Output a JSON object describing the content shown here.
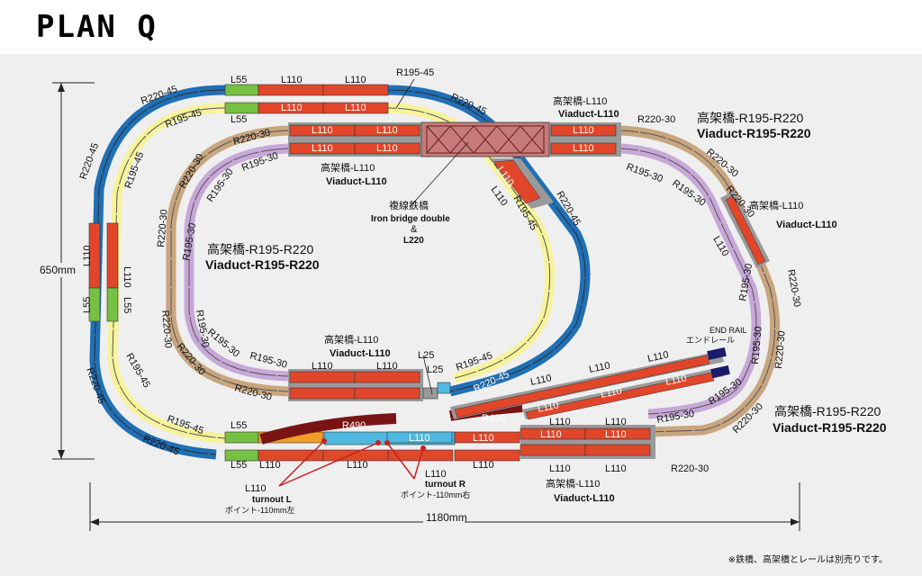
{
  "title": "PLAN Q",
  "dimensions": {
    "width": "1180mm",
    "height": "650mm"
  },
  "footnote": "※鉄橋、高架橋とレールは別売りです。",
  "colors": {
    "panel": "#efefef",
    "blue": "#1f6fb5",
    "yellow": "#f7f39a",
    "red": "#e2462a",
    "green": "#77c043",
    "tan": "#c8a57f",
    "purple": "#c7a8d8",
    "lightblue": "#4fb8e0",
    "orange": "#f29d27",
    "darkred": "#7a1414",
    "navy": "#1b1b6b"
  },
  "labels": {
    "l55_a": "L55",
    "l110_a": "L110",
    "l110_b": "L110",
    "r195_45_top": "R195-45",
    "r220_45_tl": "R220-45",
    "r220_45_tr": "R220-45",
    "l55_b": "L55",
    "l110_c": "L110",
    "l110_d": "L110",
    "r195_45_tl": "R195-45",
    "r220_30_a": "R220-30",
    "l110_e": "L110",
    "l110_f": "L110",
    "l110_g": "L110",
    "l110_h": "L110",
    "r195_30_a": "R195-30",
    "viaduct_l110_1_jp": "高架橋-L110",
    "viaduct_l110_1_en": "Viaduct-L110",
    "viaduct_l110_2_jp": "高架橋-L110",
    "viaduct_l110_2_en": "Viaduct-L110",
    "l110_i": "L110",
    "l110_j": "L110",
    "r220_30_b": "R220-30",
    "viaduct_r_1_jp": "高架橋-R195-R220",
    "viaduct_r_1_en": "Viaduct-R195-R220",
    "r220_45_l": "R220-45",
    "r195_45_l": "R195-45",
    "r220_30_c": "R220-30",
    "r195_30_b": "R195-30",
    "l110_k": "L110",
    "l110_left1": "L110",
    "l110_left2": "L110",
    "l55_left1": "L55",
    "l55_left2": "L55",
    "r220_30_d": "R220-30",
    "r220_30_e": "R220-30",
    "r195_30_c": "R195-30",
    "r195_30_d": "R195-30",
    "viaduct_r_2_jp": "高架橋-R195-R220",
    "viaduct_r_2_en": "Viaduct-R195-R220",
    "bridge_jp": "複線鉄橋",
    "bridge_en": "Iron bridge double",
    "bridge_amp": "&",
    "bridge_l220": "L220",
    "l110_red_diag": "L110",
    "l110_m": "L110",
    "r195_45_m": "R195-45",
    "r220_45_m": "R220-45",
    "r220_30_f": "R220-30",
    "r195_30_e": "R195-30",
    "r220_30_g": "R220-30",
    "r195_30_f": "R195-30",
    "viaduct_l110_3_jp": "高架橋-L110",
    "viaduct_l110_3_en": "Viaduct-L110",
    "l110_n": "L110",
    "r220_30_h": "R220-30",
    "r195_30_g": "R195-30",
    "r220_30_i": "R220-30",
    "r195_30_h": "R195-30",
    "r220_30_j": "R220-30",
    "r195_30_i": "R195-30",
    "r195_30_j": "R195-30",
    "r220_30_k": "R220-30",
    "r220_30_l": "R220-30",
    "r220_45_bl": "R220-45",
    "r195_45_bl": "R195-45",
    "r195_45_l2": "R195-45",
    "r220_45_l2": "R220-45",
    "viaduct_l110_4_jp": "高架橋-L110",
    "viaduct_l110_4_en": "Viaduct-L110",
    "l110_p": "L110",
    "l110_q": "L110",
    "l25_a": "L25",
    "l25_b": "L25",
    "r195_45_r": "R195-45",
    "r220_45_r": "R220-45",
    "end_rail_en": "END RAIL",
    "end_rail_jp": "エンドレール",
    "l110_r1": "L110",
    "l110_r2": "L110",
    "l110_r3": "L110",
    "l110_r4": "L110",
    "l110_r5": "L110",
    "l110_r6": "L110",
    "l110_s1": "L110",
    "l110_s2": "L110",
    "l110_s3": "L110",
    "r490_a": "R490",
    "r490_b": "R490",
    "r195_30_k": "R195-30",
    "r220_30_m": "R220-30",
    "r195_30_l": "R195-30",
    "viaduct_r_3_jp": "高架橋-R195-R220",
    "viaduct_r_3_en": "Viaduct-R195-R220",
    "l55_c": "L55",
    "l55_d": "L55",
    "r195_45_b": "R195-45",
    "r220_45_b": "R220-45",
    "l110_t1": "L110",
    "l110_t2": "L110",
    "l110_t3": "L110",
    "l110_t4": "L110",
    "l110_t5": "L110",
    "l110_t6": "L110",
    "l110_t7": "L110",
    "l110_u1": "L110",
    "l110_u2": "L110",
    "r220_30_n": "R220-30",
    "viaduct_l110_5_jp": "高架橋-L110",
    "viaduct_l110_5_en": "Viaduct-L110",
    "turnout_l_a": "L110",
    "turnout_l_b": "turnout L",
    "turnout_l_c": "ポイント-110mm左",
    "turnout_r_a": "L110",
    "turnout_r_b": "turnout R",
    "turnout_r_c": "ポイント-110mm右"
  }
}
